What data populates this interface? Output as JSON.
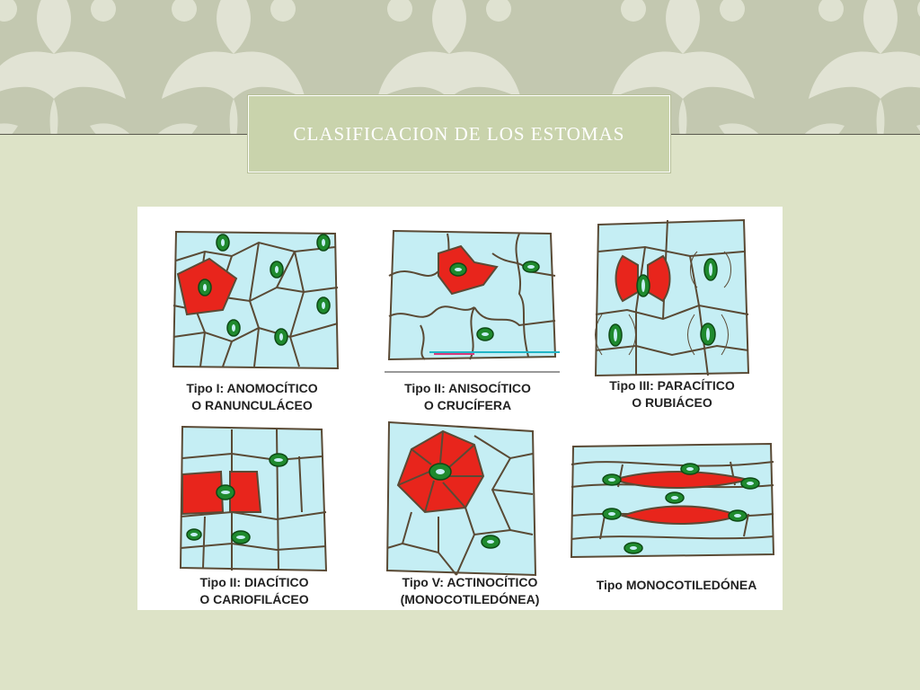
{
  "slide": {
    "title": "CLASIFICACION DE LOS ESTOMAS",
    "background_color": "#dde3c7",
    "banner_color": "#c3c8b0",
    "banner_pattern_icon": "damask-pattern"
  },
  "figure": {
    "colors": {
      "cell_fill": "#c5eef4",
      "cell_wall": "#5a4a35",
      "subsidiary": "#e8251c",
      "guard_cell": "#1f8a2e"
    },
    "panels": [
      {
        "id": "anomocitico",
        "caption_line1": "Tipo I: ANOMOCÍTICO",
        "caption_line2": "O RANUNCULÁCEO"
      },
      {
        "id": "anisocitico",
        "caption_line1": "Tipo II: ANISOCÍTICO",
        "caption_line2": "O CRUCÍFERA"
      },
      {
        "id": "paracitico",
        "caption_line1": "Tipo III: PARACÍTICO",
        "caption_line2": "O RUBIÁCEO"
      },
      {
        "id": "diacitico",
        "caption_line1": "Tipo II: DIACÍTICO",
        "caption_line2": "O CARIOFILÁCEO"
      },
      {
        "id": "actinocitico",
        "caption_line1": "Tipo V: ACTINOCÍTICO",
        "caption_line2": "(MONOCOTILEDÓNEA)"
      },
      {
        "id": "monocotiledonea",
        "caption_line1": "Tipo MONOCOTILEDÓNEA",
        "caption_line2": ""
      }
    ]
  }
}
